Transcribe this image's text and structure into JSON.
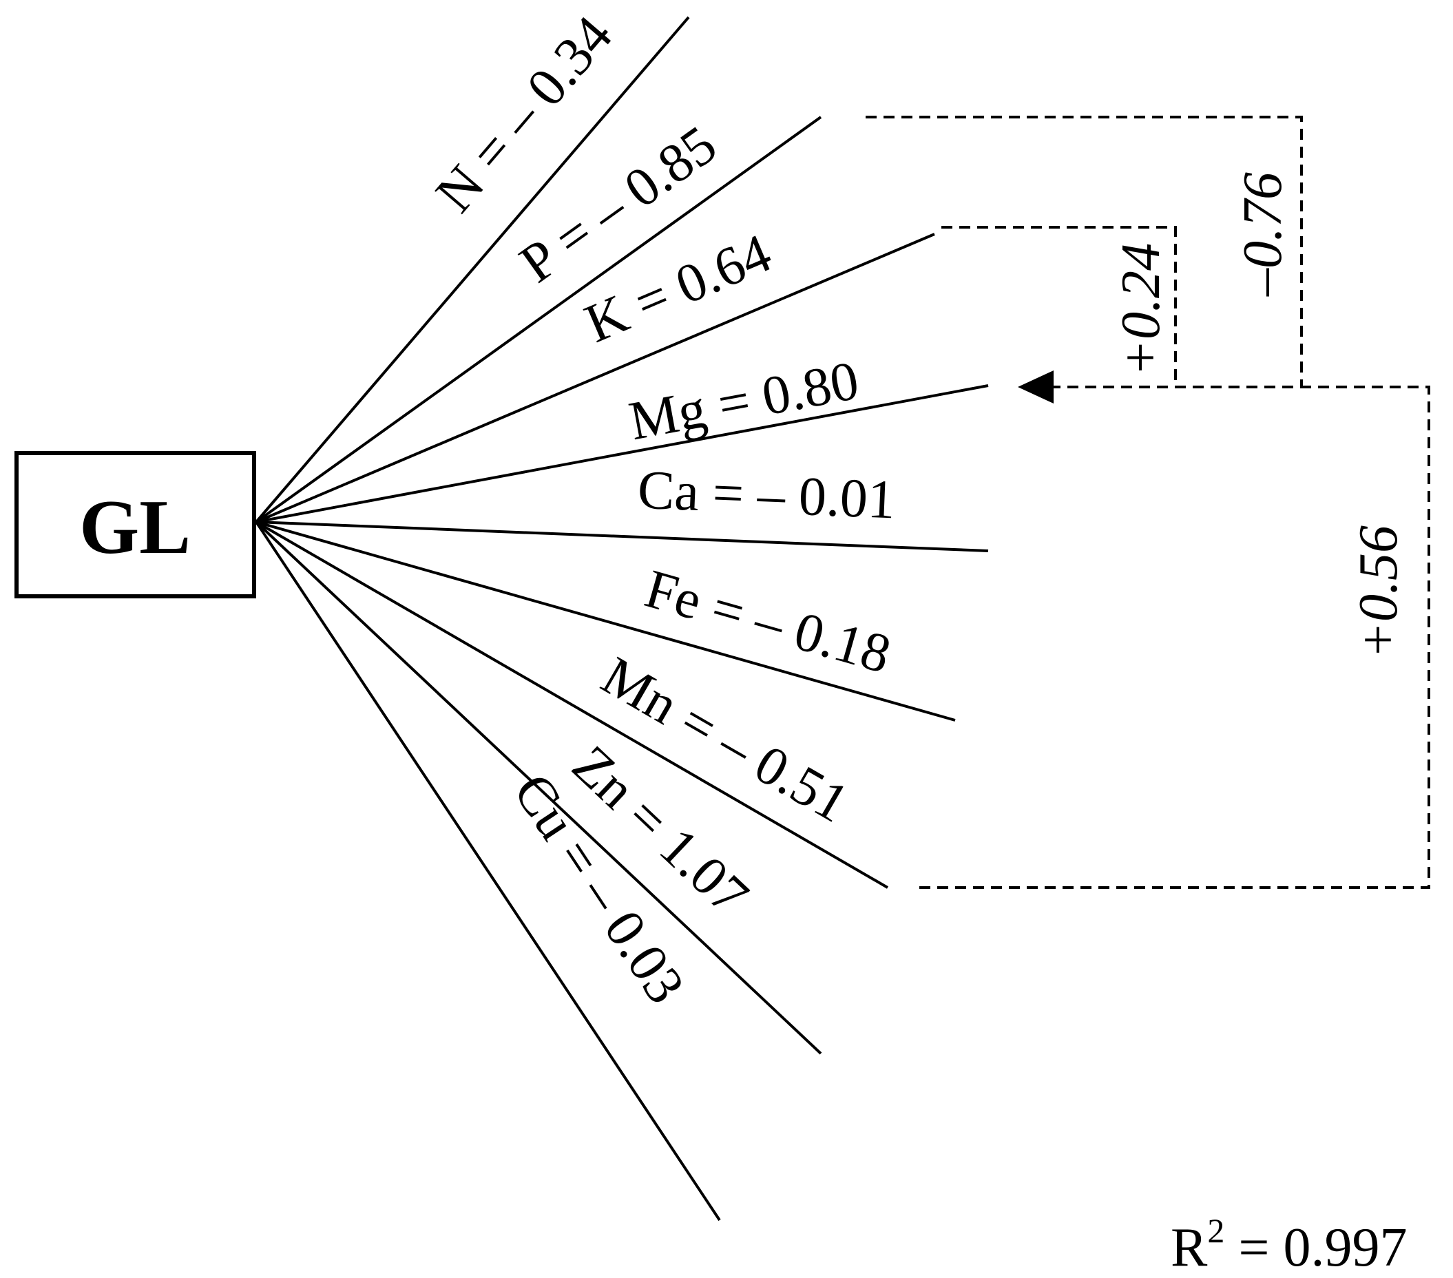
{
  "root": {
    "label": "GL"
  },
  "paths": [
    {
      "id": "n",
      "label": "N = – 0.34"
    },
    {
      "id": "p",
      "label": "P = – 0.85"
    },
    {
      "id": "k",
      "label": "K = 0.64"
    },
    {
      "id": "mg",
      "label": "Mg = 0.80"
    },
    {
      "id": "ca",
      "label": "Ca = – 0.01"
    },
    {
      "id": "fe",
      "label": "Fe = – 0.18"
    },
    {
      "id": "mn",
      "label": "Mn = – 0.51"
    },
    {
      "id": "zn",
      "label": "Zn = 1.07"
    },
    {
      "id": "cu",
      "label": "Cu = – 0.03"
    }
  ],
  "interactions": [
    {
      "id": "k-mg",
      "label": "+0.24"
    },
    {
      "id": "p-mg",
      "label": "–0.76"
    },
    {
      "id": "mn-mg",
      "label": "+0.56"
    }
  ],
  "fit": {
    "r_text": "R",
    "r_sup": "2",
    "value_text": " = 0.997"
  }
}
